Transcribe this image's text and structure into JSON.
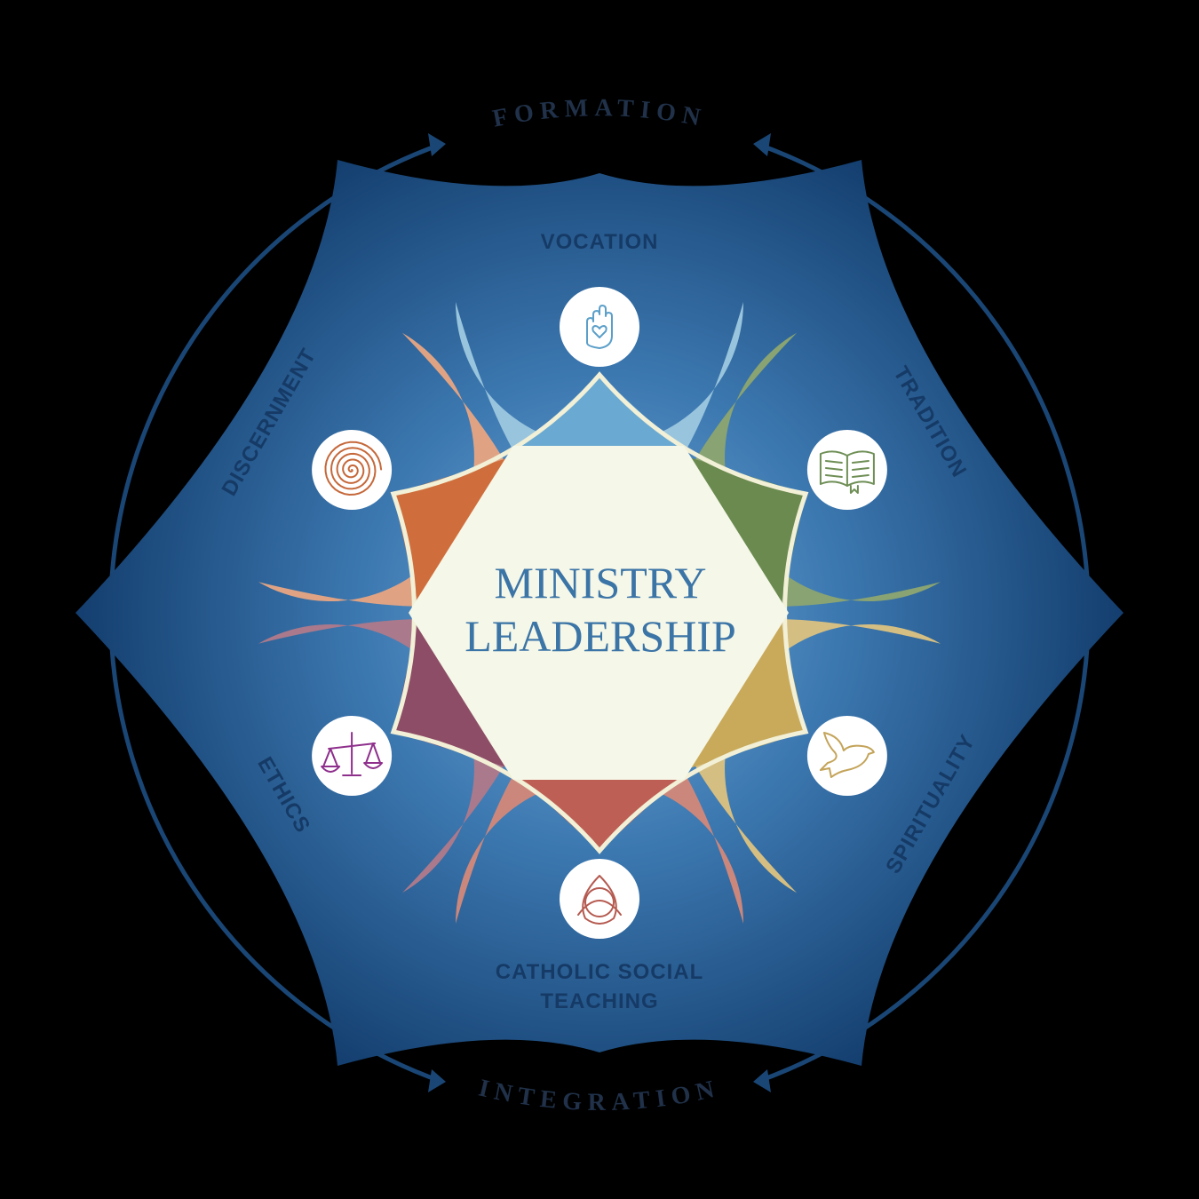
{
  "center": {
    "line1": "MINISTRY",
    "line2": "LEADERSHIP"
  },
  "ring": {
    "top": "FORMATION",
    "bottom": "INTEGRATION"
  },
  "petals": [
    {
      "key": "vocation",
      "label": [
        "VOCATION"
      ],
      "color": "#98c4dd",
      "triangle": "#6aa9d2",
      "icon": "hand-heart-icon",
      "iconColor": "#5b9fc9"
    },
    {
      "key": "tradition",
      "label": [
        "TRADITION"
      ],
      "color": "#89a372",
      "triangle": "#6a8a4f",
      "icon": "open-book-icon",
      "iconColor": "#6f8f56"
    },
    {
      "key": "spirituality",
      "label": [
        "SPIRITUALITY"
      ],
      "color": "#d5be82",
      "triangle": "#c9a95a",
      "icon": "dove-icon",
      "iconColor": "#c4a45a"
    },
    {
      "key": "catholic-social-teaching",
      "label": [
        "CATHOLIC SOCIAL",
        "TEACHING"
      ],
      "color": "#cc877c",
      "triangle": "#bd5f55",
      "icon": "trinity-knot-icon",
      "iconColor": "#b55a50"
    },
    {
      "key": "ethics",
      "label": [
        "ETHICS"
      ],
      "color": "#aa798c",
      "triangle": "#8d4d66",
      "icon": "scales-icon",
      "iconColor": "#8e2f8c"
    },
    {
      "key": "discernment",
      "label": [
        "DISCERNMENT"
      ],
      "color": "#dfa384",
      "triangle": "#cf6e3c",
      "icon": "spiral-icon",
      "iconColor": "#c5683a"
    }
  ],
  "colors": {
    "background": "#000000",
    "star": "#1a4a7c",
    "ring": "#1a4675",
    "hexagon": "#f5f7e8",
    "hexagon_stroke": "#f2f0d6",
    "label": "#163a66"
  }
}
